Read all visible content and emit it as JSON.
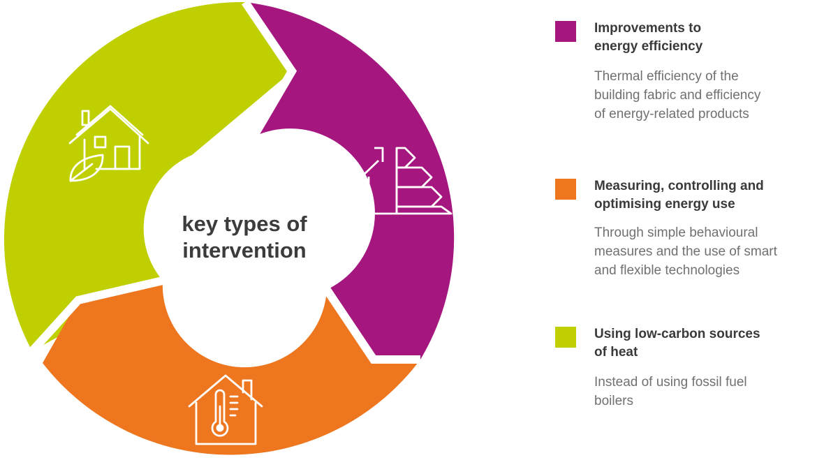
{
  "diagram": {
    "center_label": "key types of\nintervention",
    "segments": [
      {
        "id": "energy-efficiency",
        "color": "#a5167f",
        "icon": "energy-rating-house-icon"
      },
      {
        "id": "measuring-controlling",
        "color": "#ee761f",
        "icon": "house-thermometer-icon"
      },
      {
        "id": "low-carbon-heat",
        "color": "#bfcf00",
        "icon": "house-leaf-icon"
      }
    ]
  },
  "legend": {
    "items": [
      {
        "color": "#a5167f",
        "title": "Improvements to\nenergy efficiency",
        "description": "Thermal efficiency of the\nbuilding fabric and efficiency\nof energy-related products"
      },
      {
        "color": "#ee761f",
        "title": "Measuring, controlling and\noptimising energy use",
        "description": "Through simple behavioural\nmeasures and the use of smart\nand flexible technologies"
      },
      {
        "color": "#bfcf00",
        "title": "Using low-carbon sources\nof heat",
        "description": "Instead of using fossil fuel\nboilers"
      }
    ]
  }
}
